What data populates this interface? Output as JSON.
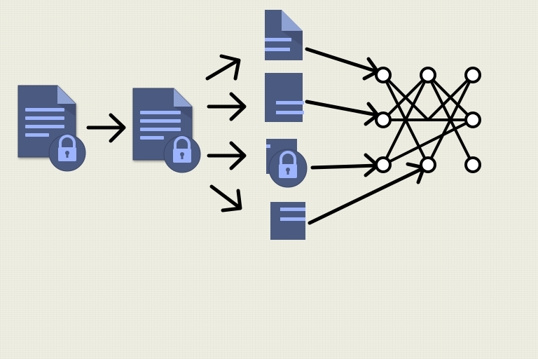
{
  "colors": {
    "background": "#eeeee2",
    "document_body": "#4b5a80",
    "document_fold": "#8ea2d4",
    "document_lines": "#9cb4ff",
    "lock_badge": "#4b5a80",
    "lock_glyph": "#9cb4ff",
    "arrow": "#000000",
    "network_stroke": "#000000",
    "network_node_fill": "#ffffff"
  },
  "icons": {
    "document": "document-icon",
    "lock": "lock-icon",
    "arrow": "arrow-right-icon",
    "neural_network": "neural-network-icon"
  },
  "diagram": {
    "stages": [
      "encrypted-document",
      "encrypted-document",
      "split-fragments",
      "neural-network"
    ],
    "fragment_count": 4,
    "network_layers": [
      3,
      3,
      3
    ]
  }
}
